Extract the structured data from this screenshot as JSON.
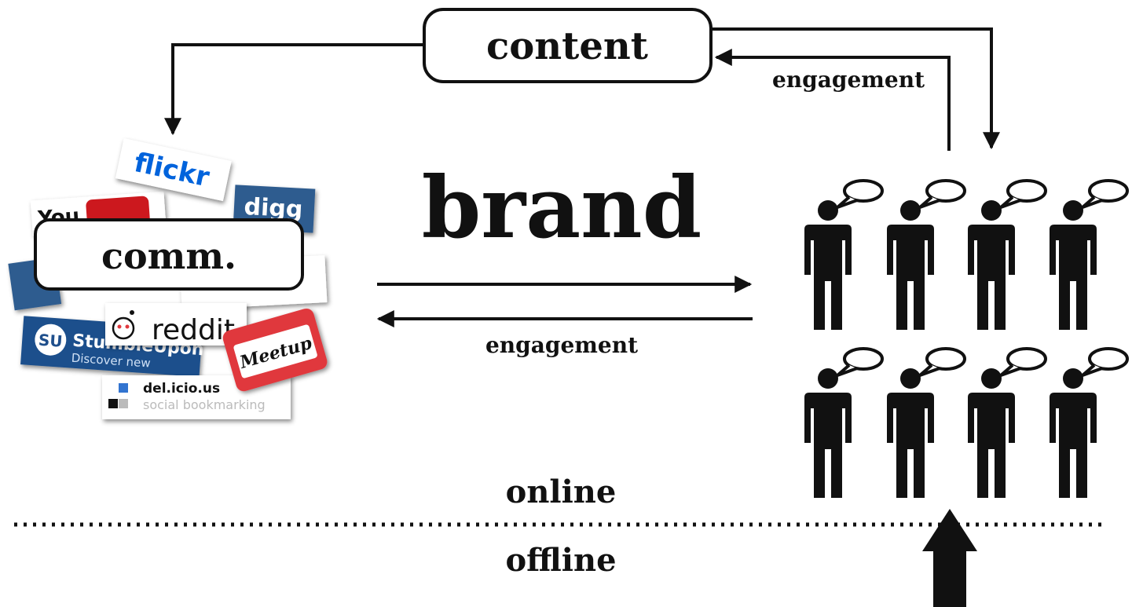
{
  "content_label": "content",
  "brand_label": "brand",
  "comm_label": "comm.",
  "engagement_top": "engagement",
  "engagement_bottom": "engagement",
  "online_label": "online",
  "offline_label": "offline",
  "logos": {
    "flickr": "flickr",
    "youtube": "You",
    "digg": "digg",
    "reddit": "reddit",
    "stumbleupon": "StumbleUpon",
    "stumbleupon_tagline": "Discover new",
    "meetup": "Meetup",
    "delicious": "del.icio.us",
    "delicious_tagline": "social bookmarking"
  },
  "audience": {
    "rows": 2,
    "per_row": 4
  },
  "colors": {
    "ink": "#111111",
    "flickr_blue": "#0063dc",
    "flickr_pink": "#ff0084",
    "youtube_red": "#cc181e",
    "digg_blue": "#2f5c8f",
    "stumbleupon_blue": "#1f4f8c",
    "meetup_red": "#e0393e",
    "delicious_blue": "#3274d0"
  }
}
